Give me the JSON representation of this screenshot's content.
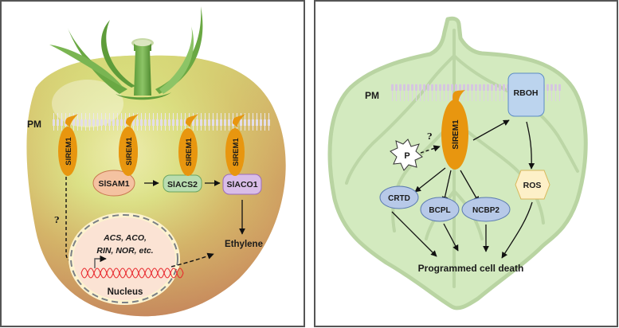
{
  "left_panel": {
    "membrane_label": "PM",
    "remorin_label": "SlREM1",
    "question_mark": "?",
    "proteins": [
      {
        "id": "samt",
        "label": "SlSAM1",
        "color": "#f4c2a1",
        "border": "#c9774f"
      },
      {
        "id": "acs2",
        "label": "SlACS2",
        "color": "#b9ddb0",
        "border": "#6aa561"
      },
      {
        "id": "aco1",
        "label": "SlACO1",
        "color": "#d9bde8",
        "border": "#9c6bbd"
      }
    ],
    "nucleus": {
      "genes_line1": "ACS, ACO,",
      "genes_line2": "RIN, NOR, etc.",
      "label": "Nucleus"
    },
    "product_label": "Ethylene"
  },
  "right_panel": {
    "membrane_label": "PM",
    "remorin_label": "SlREM1",
    "question_mark": "?",
    "phospho_label": "P",
    "rboh_label": "RBOH",
    "ros_label": "ROS",
    "targets": [
      "CRTD",
      "BCPL",
      "NCBP2"
    ],
    "outcome_label": "Programmed cell death"
  },
  "colors": {
    "remorin": "#e8960f",
    "panel_border": "#555555",
    "leaf_fill": "#d3eabf",
    "leaf_vein": "#b9d4a2",
    "target_fill": "#b7c9e8",
    "target_border": "#5b7bb0",
    "ros_fill": "#fdf0c8",
    "ros_border": "#d9b75a",
    "membrane": "#d8cde0"
  }
}
